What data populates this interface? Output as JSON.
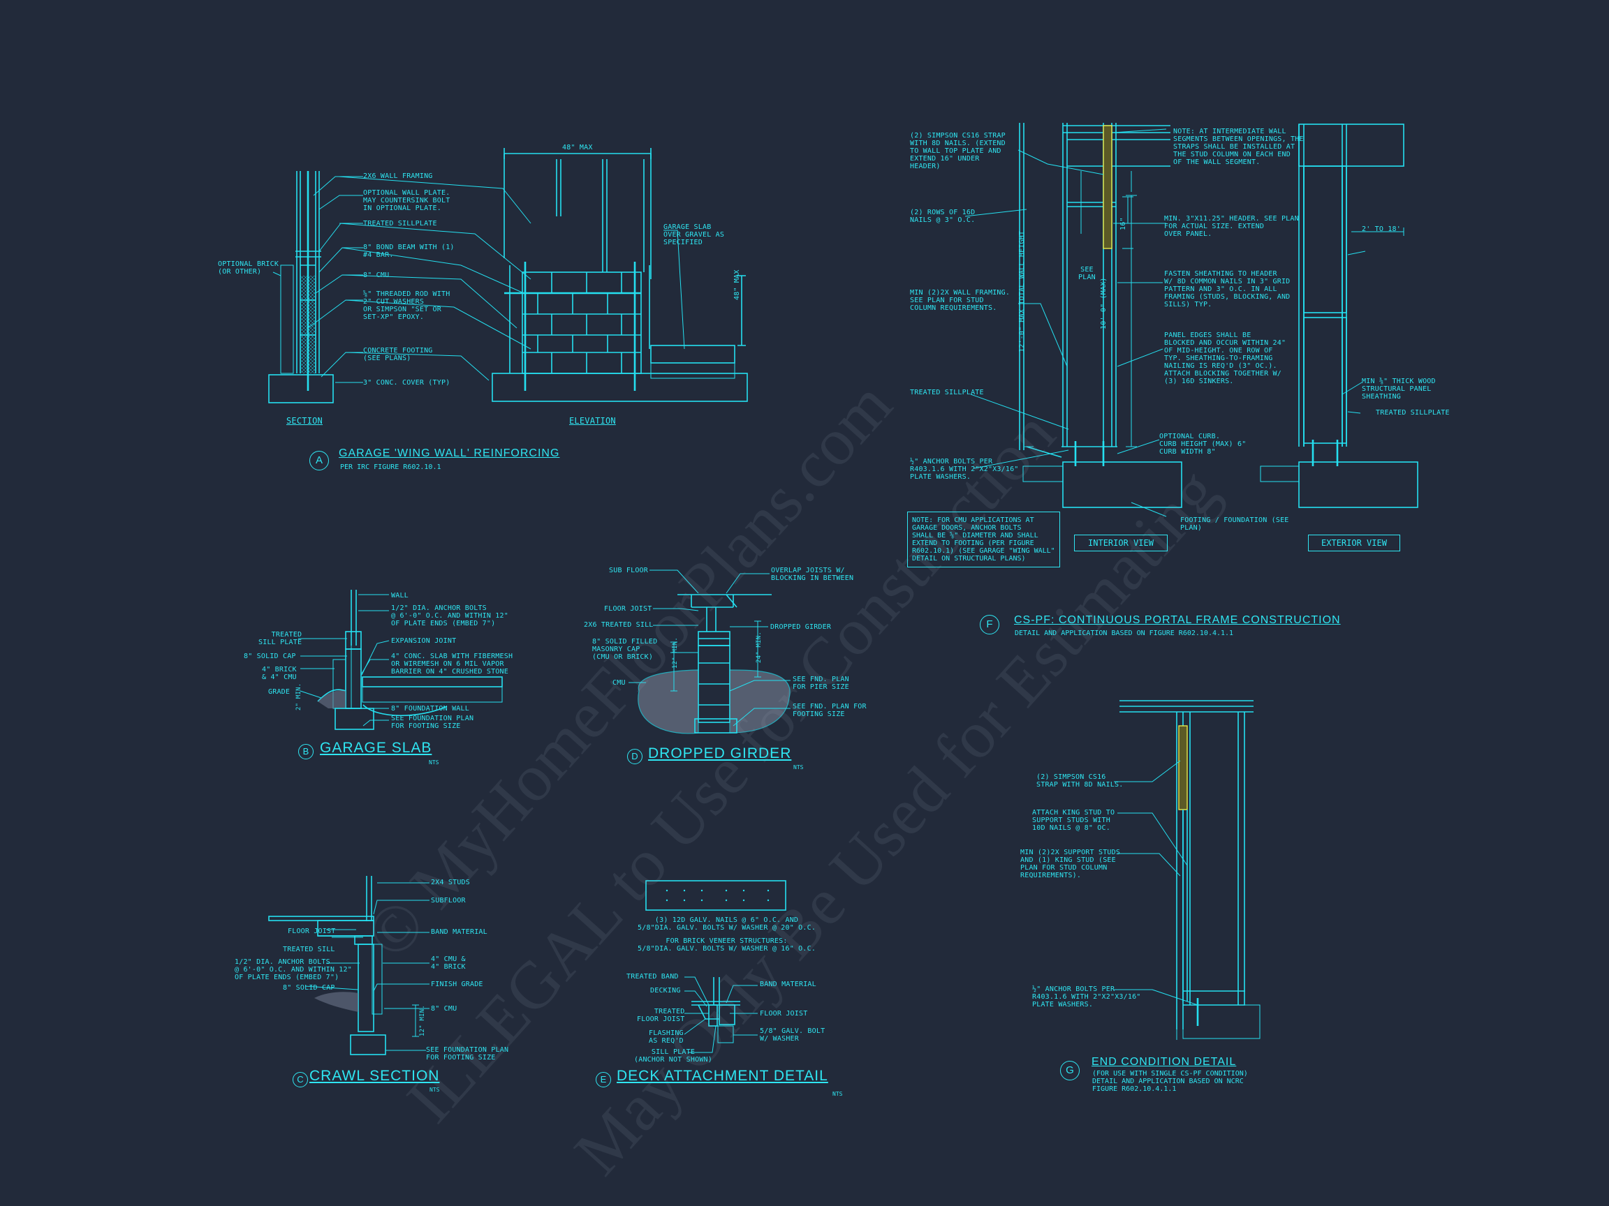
{
  "watermark": {
    "line1": "© MyHomeFloorPlans.com",
    "line2": "ILLEGAL to Use for Construction",
    "line3": "May Only Be Used for Estimating"
  },
  "details": {
    "A": {
      "letter": "A",
      "title": "GARAGE 'WING WALL' REINFORCING",
      "subtitle": "PER IRC FIGURE R602.10.1",
      "section_label": "SECTION",
      "elevation_label": "ELEVATION",
      "dim_top": "48\" MAX",
      "dim_right": "48\" MAX",
      "labels": {
        "wall_framing": "2x6 WALL FRAMING",
        "optional_plate": "OPTIONAL WALL PLATE.\nMAY COUNTERSINK BOLT\nIN OPTIONAL PLATE.",
        "treated_sill": "TREATED SILLPLATE",
        "bond_beam": "8\" BOND BEAM WITH (1)\n#4 BAR.",
        "cmu": "8\" CMU",
        "threaded_rod": "⅝\" THREADED ROD WITH\n2\" CUT WASHERS\nOR SIMPSON \"SET OR\nSET-XP\" EPOXY.",
        "footing": "CONCRETE FOOTING\n(SEE PLANS)",
        "cover": "3\" CONC. COVER (TYP)",
        "optional_brick": "OPTIONAL BRICK\n(OR OTHER)",
        "garage_slab": "GARAGE SLAB\nOVER GRAVEL AS\nSPECIFIED"
      }
    },
    "B": {
      "letter": "B",
      "title": "GARAGE SLAB",
      "nts": "NTS",
      "labels": {
        "wall": "WALL",
        "anchor": "1/2\" DIA. ANCHOR BOLTS\n@ 6'-0\" O.C. AND WITHIN 12\"\nOF PLATE ENDS (EMBED 7\")",
        "treated_sill": "TREATED\nSILL PLATE",
        "solid_cap": "8\" SOLID CAP",
        "expansion": "EXPANSION JOINT",
        "slab": "4\" CONC. SLAB WITH FIBERMESH\nOR WIREMESH ON 6 MIL VAPOR\nBARRIER ON 4\" CRUSHED STONE",
        "brick": "4\" BRICK\n& 4\" CMU",
        "grade": "GRADE",
        "foundation_wall": "8\" FOUNDATION WALL",
        "see_plan": "SEE FOUNDATION PLAN\nFOR FOOTING SIZE",
        "dim": "2\" MIN."
      }
    },
    "C": {
      "letter": "C",
      "title": "CRAWL SECTION",
      "nts": "NTS",
      "labels": {
        "studs": "2x4 STUDS",
        "subfloor": "SUBFLOOR",
        "floor_joist": "FLOOR JOIST",
        "band": "BAND MATERIAL",
        "treated_sill": "TREATED SILL",
        "anchor": "1/2\" DIA. ANCHOR BOLTS\n@ 6'-0\" O.C. AND WITHIN 12\"\nOF PLATE ENDS (EMBED 7\")",
        "cmu_brick": "4\" CMU &\n4\" BRICK",
        "solid_cap": "8\" SOLID CAP",
        "finish_grade": "FINISH GRADE",
        "cmu": "8\" CMU",
        "see_plan": "SEE FOUNDATION PLAN\nFOR FOOTING SIZE",
        "dim": "12\" MIN."
      }
    },
    "D": {
      "letter": "D",
      "title": "DROPPED GIRDER",
      "nts": "NTS",
      "labels": {
        "sub_floor": "SUB FLOOR",
        "overlap": "OVERLAP JOISTS W/\nBLOCKING IN BETWEEN",
        "floor_joist": "FLOOR JOIST",
        "treated_sill": "2x6 TREATED SILL",
        "dropped_girder": "DROPPED GIRDER",
        "masonry_cap": "8\" SOLID FILLED\nMASONRY CAP\n(CMU OR BRICK)",
        "cmu": "CMU",
        "pier": "SEE FND. PLAN\nFOR PIER SIZE",
        "footing": "SEE FND. PLAN FOR\nFOOTING SIZE",
        "dim1": "12\" MIN.",
        "dim2": "24\" MIN."
      }
    },
    "E": {
      "letter": "E",
      "title": "DECK ATTACHMENT DETAIL",
      "nts": "NTS",
      "labels": {
        "nails": "(3) 12d GALV. NAILS @ 6\" O.C. AND\n5/8\"dia. GALV. BOLTS W/ WASHER @ 20\" O.C.",
        "brick_veneer": "FOR BRICK VENEER STRUCTURES:\n5/8\"dia. GALV. BOLTS W/ WASHER @ 16\" O.C.",
        "treated_band": "TREATED BAND",
        "decking": "DECKING",
        "treated_joist": "TREATED\nFLOOR JOIST",
        "flashing": "FLASHING\nAS REQ'D",
        "sill_plate": "SILL PLATE\n(ANCHOR NOT SHOWN)",
        "band": "BAND MATERIAL",
        "floor_joist": "FLOOR JOIST",
        "bolt": "5/8\" GALV. BOLT\nW/ WASHER"
      }
    },
    "F": {
      "letter": "F",
      "title": "CS-PF: CONTINUOUS PORTAL FRAME CONSTRUCTION",
      "subtitle": "DETAIL AND APPLICATION BASED ON FIGURE R602.10.4.1.1",
      "interior_view": "INTERIOR VIEW",
      "exterior_view": "EXTERIOR VIEW",
      "labels": {
        "strap": "(2) SIMPSON CS16 STRAP\nWITH 8d NAILS. (EXTEND\nTO WALL TOP PLATE AND\nEXTEND 16\" UNDER\nHEADER)",
        "rows": "(2) ROWS OF 16d\nNAILS @ 3\" O.C.",
        "wall_framing": "MIN (2)2X WALL FRAMING.\nSEE PLAN FOR STUD\nCOLUMN REQUIREMENTS.",
        "treated_sill": "TREATED SILLPLATE",
        "anchor": "½\" ANCHOR BOLTS PER\nR403.1.6 WITH 2\"x2\"x3/16\"\nPLATE WASHERS.",
        "note_cmu": "NOTE: FOR CMU APPLICATIONS AT\nGARAGE DOORS, ANCHOR BOLTS\nSHALL BE ⅝\" DIAMETER AND SHALL\nEXTEND TO FOOTING (PER FIGURE\nR602.10.1) (SEE GARAGE \"WING WALL\"\nDETAIL ON STRUCTURAL PLANS)",
        "note_intermediate": "NOTE: AT INTERMEDIATE WALL\nSEGMENTS BETWEEN OPENINGS, THE\nSTRAPS SHALL BE INSTALLED AT\nTHE STUD COLUMN ON EACH END\nOF THE WALL SEGMENT.",
        "header": "MIN. 3\"x11.25\" HEADER. SEE PLAN\nFOR ACTUAL SIZE. EXTEND\nOVER PANEL.",
        "fasten": "FASTEN SHEATHING TO HEADER\nW/ 8d COMMON NAILS IN 3\" GRID\nPATTERN AND 3\" O.C. IN ALL\nFRAMING (STUDS, BLOCKING, AND\nSILLS) TYP.",
        "panel_edges": "PANEL EDGES SHALL BE\nBLOCKED AND OCCUR WITHIN 24\"\nOF MID-HEIGHT. ONE ROW OF\nTYP. SHEATHING-TO-FRAMING\nNAILING IS REQ'D (3\" OC.).\nATTACH BLOCKING TOGETHER W/\n(3) 16d SINKERS.",
        "optional_curb": "OPTIONAL CURB.\nCURB HEIGHT (MAX) 6\"\nCURB WIDTH 8\"",
        "footing": "FOOTING / FOUNDATION (SEE\nPLAN)",
        "sheathing": "MIN ⅜\" THICK WOOD\nSTRUCTURAL PANEL\nSHEATHING",
        "treated_sill_ext": "TREATED SILLPLATE",
        "see_plan": "SEE\nPLAN",
        "dim_wall": "12'-0\" MAX TOTAL WALL HEIGHT",
        "dim_height": "10'-0\" (MAX)",
        "dim_16": "16\"",
        "dim_2to18": "2' TO 18'"
      }
    },
    "G": {
      "letter": "G",
      "title": "END CONDITION DETAIL",
      "subtitle": "(FOR USE WITH SINGLE CS-PF CONDITION)\nDETAIL AND APPLICATION BASED ON NCRC\nFIGURE R602.10.4.1.1",
      "labels": {
        "strap": "(2) SIMPSON CS16\nSTRAP WITH 8d NAILS.",
        "king_stud": "ATTACH KING STUD TO\nSUPPORT STUDS WITH\n10d NAILS @ 8\" OC.",
        "support_studs": "MIN (2)2X SUPPORT STUDS\nAND (1) KING STUD (SEE\nPLAN FOR STUD COLUMN\nREQUIREMENTS).",
        "anchor": "½\" ANCHOR BOLTS PER\nR403.1.6 WITH 2\"x2\"x3/16\"\nPLATE WASHERS."
      }
    }
  }
}
